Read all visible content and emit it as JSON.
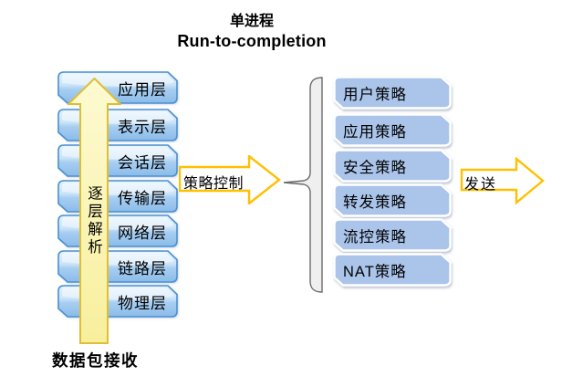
{
  "diagram": {
    "title_line1": "单进程",
    "title_line2": "Run-to-completion"
  },
  "osi_stack": {
    "layers": [
      "应用层",
      "表示层",
      "会话层",
      "传输层",
      "网络层",
      "链路层",
      "物理层"
    ],
    "up_arrow_label": "逐层解析",
    "bottom_label": "数据包接收"
  },
  "policy_flow": {
    "control_arrow_label": "策略控制",
    "send_arrow_label": "发送"
  },
  "policy_stack": {
    "policies": [
      "用户策略",
      "应用策略",
      "安全策略",
      "转发策略",
      "流控策略",
      "NAT策略"
    ]
  },
  "colors": {
    "layer_box_border": "#4a90d2",
    "layer_box_fill_top": "#e3f1fc",
    "layer_box_fill_bottom": "#8abbe9",
    "policy_box_fill": "#aac4ea",
    "policy_box_border": "#ffffff",
    "flow_arrow_border": "#ffc000",
    "flow_arrow_fill": "#ffffff",
    "up_arrow_fill": "#faf3ae",
    "up_arrow_border": "#dfbe35",
    "brace_fill": "#efefef",
    "text": "#000000"
  }
}
